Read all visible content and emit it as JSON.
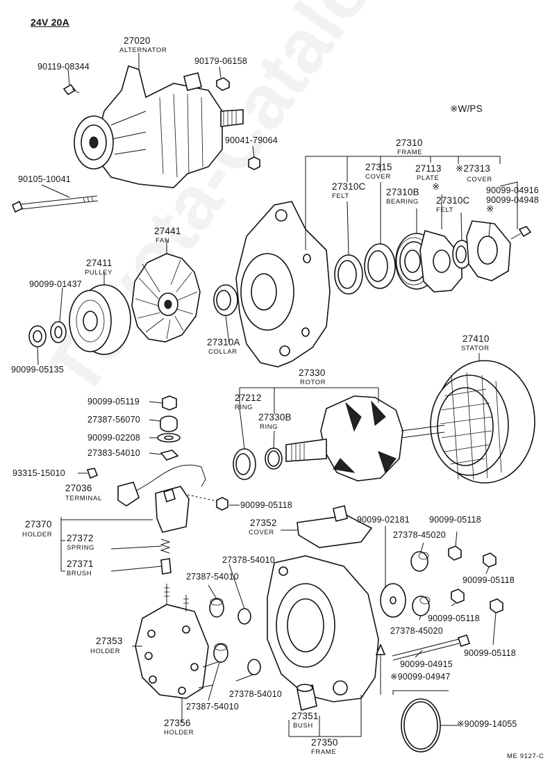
{
  "header": {
    "title": "24V 20A",
    "ps_note": "※W/PS",
    "drawing_code": "ME 9127-C"
  },
  "watermark": "Toyota-Catalog.ru",
  "parts": {
    "p27020": {
      "num": "27020",
      "name": "ALTERNATOR"
    },
    "p90119_08344": {
      "num": "90119-08344"
    },
    "p90179_06158": {
      "num": "90179-06158"
    },
    "p90041_79064": {
      "num": "90041-79064"
    },
    "p90105_10041": {
      "num": "90105-10041"
    },
    "p27441": {
      "num": "27441",
      "name": "FAN"
    },
    "p27411": {
      "num": "27411",
      "name": "PULLEY"
    },
    "p90099_01437": {
      "num": "90099-01437"
    },
    "p90099_05135": {
      "num": "90099-05135"
    },
    "p27310A": {
      "num": "27310A",
      "name": "COLLAR"
    },
    "p27310": {
      "num": "27310",
      "name": "FRAME"
    },
    "p27315": {
      "num": "27315",
      "name": "COVER"
    },
    "p27113": {
      "num": "27113",
      "name": "PLATE",
      "mark": "※"
    },
    "p27313": {
      "num": "※27313",
      "name": "COVER"
    },
    "p27310C_a": {
      "num": "27310C",
      "name": "FELT"
    },
    "p27310B": {
      "num": "27310B",
      "name": "BEARING"
    },
    "p27310C_b": {
      "num": "27310C",
      "name": "FELT"
    },
    "p90099_04916": {
      "num": "90099-04916"
    },
    "p90099_04948": {
      "num": "90099-04948",
      "mark": "※"
    },
    "p27410": {
      "num": "27410",
      "name": "STATOR"
    },
    "p27330": {
      "num": "27330",
      "name": "ROTOR"
    },
    "p27212": {
      "num": "27212",
      "name": "RING"
    },
    "p27330B": {
      "num": "27330B",
      "name": "RING"
    },
    "p90099_05119": {
      "num": "90099-05119"
    },
    "p27387_56070": {
      "num": "27387-56070"
    },
    "p90099_02208": {
      "num": "90099-02208"
    },
    "p27383_54010": {
      "num": "27383-54010"
    },
    "p93315_15010": {
      "num": "93315-15010"
    },
    "p27036": {
      "num": "27036",
      "name": "TERMINAL"
    },
    "p90099_05118_a": {
      "num": "90099-05118"
    },
    "p27370": {
      "num": "27370",
      "name": "HOLDER"
    },
    "p27372": {
      "num": "27372",
      "name": "SPRING"
    },
    "p27371": {
      "num": "27371",
      "name": "BRUSH"
    },
    "p27352": {
      "num": "27352",
      "name": "COVER"
    },
    "p90099_02181": {
      "num": "90099-02181"
    },
    "p90099_05118_b": {
      "num": "90099-05118"
    },
    "p27378_45020_a": {
      "num": "27378-45020"
    },
    "p90099_05118_c": {
      "num": "90099-05118"
    },
    "p27378_54010_a": {
      "num": "27378-54010"
    },
    "p27387_54010_a": {
      "num": "27387-54010"
    },
    "p90099_05118_d": {
      "num": "90099-05118"
    },
    "p27378_45020_b": {
      "num": "27378-45020"
    },
    "p90099_05118_e": {
      "num": "90099-05118"
    },
    "p27353": {
      "num": "27353",
      "name": "HOLDER"
    },
    "p90099_04915": {
      "num": "90099-04915"
    },
    "p90099_04947": {
      "num": "※90099-04947"
    },
    "p27378_54010_b": {
      "num": "27378-54010"
    },
    "p27387_54010_b": {
      "num": "27387-54010"
    },
    "p27351": {
      "num": "27351",
      "name": "BUSH"
    },
    "p90099_14055": {
      "num": "※90099-14055"
    },
    "p27356": {
      "num": "27356",
      "name": "HOLDER"
    },
    "p27350": {
      "num": "27350",
      "name": "FRAME"
    }
  },
  "colors": {
    "ink": "#111111",
    "paper": "#ffffff"
  }
}
